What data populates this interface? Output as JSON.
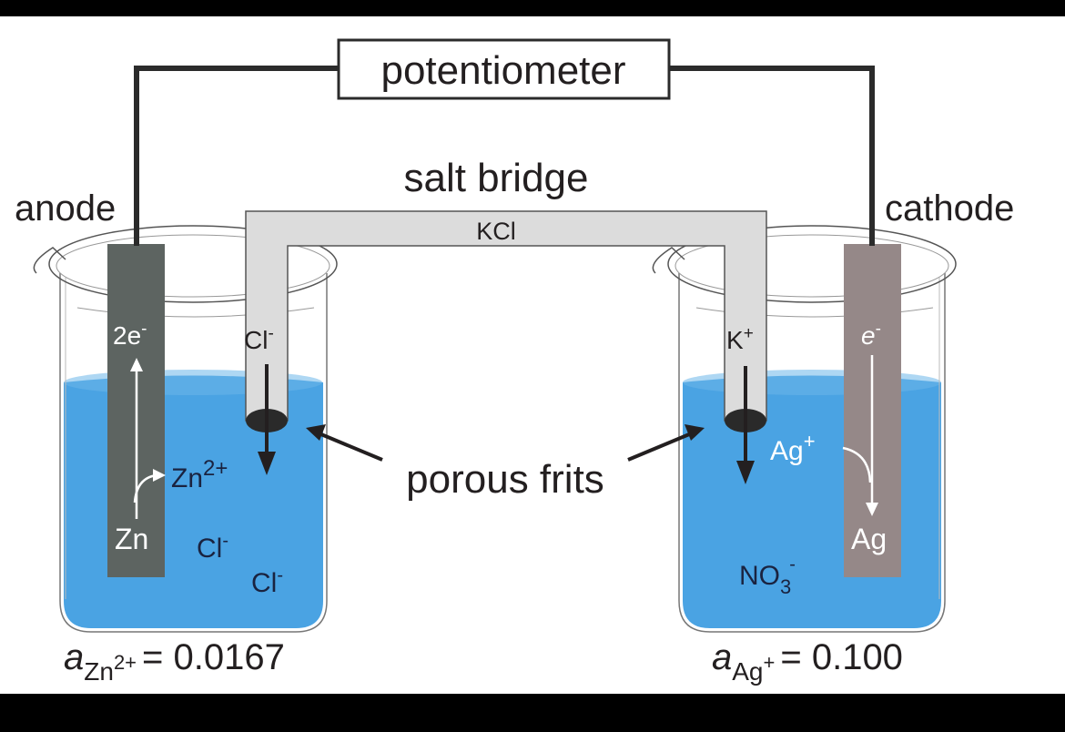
{
  "labels": {
    "potentiometer": "potentiometer",
    "salt_bridge": "salt bridge",
    "bridge_solution": "KCl",
    "anode": "anode",
    "cathode": "cathode",
    "porous_frits": "porous frits"
  },
  "anode_cell": {
    "electrode": "Zn",
    "electrons": "2e",
    "electrons_sup": "-",
    "cation": "Zn",
    "cation_sup": "2+",
    "anion_1": "Cl",
    "anion_1_sup": "-",
    "anion_2": "Cl",
    "anion_2_sup": "-",
    "bridge_ion": "Cl",
    "bridge_ion_sup": "-",
    "activity_symbol": "a",
    "activity_species": "Zn",
    "activity_species_sup": "2+",
    "activity_value": "= 0.0167"
  },
  "cathode_cell": {
    "electrode": "Ag",
    "electrons": "e",
    "electrons_sup": "-",
    "cation": "Ag",
    "cation_sup": "+",
    "anion": "NO",
    "anion_sub": "3",
    "anion_sup": "-",
    "bridge_ion": "K",
    "bridge_ion_sup": "+",
    "activity_symbol": "a",
    "activity_species": "Ag",
    "activity_species_sup": "+",
    "activity_value": "= 0.100"
  },
  "colors": {
    "solution": "#4aa3e3",
    "zinc_electrode": "#5d6461",
    "silver_electrode": "#958888",
    "salt_bridge": "#dcdcdc",
    "wire": "#2b2b2b"
  }
}
